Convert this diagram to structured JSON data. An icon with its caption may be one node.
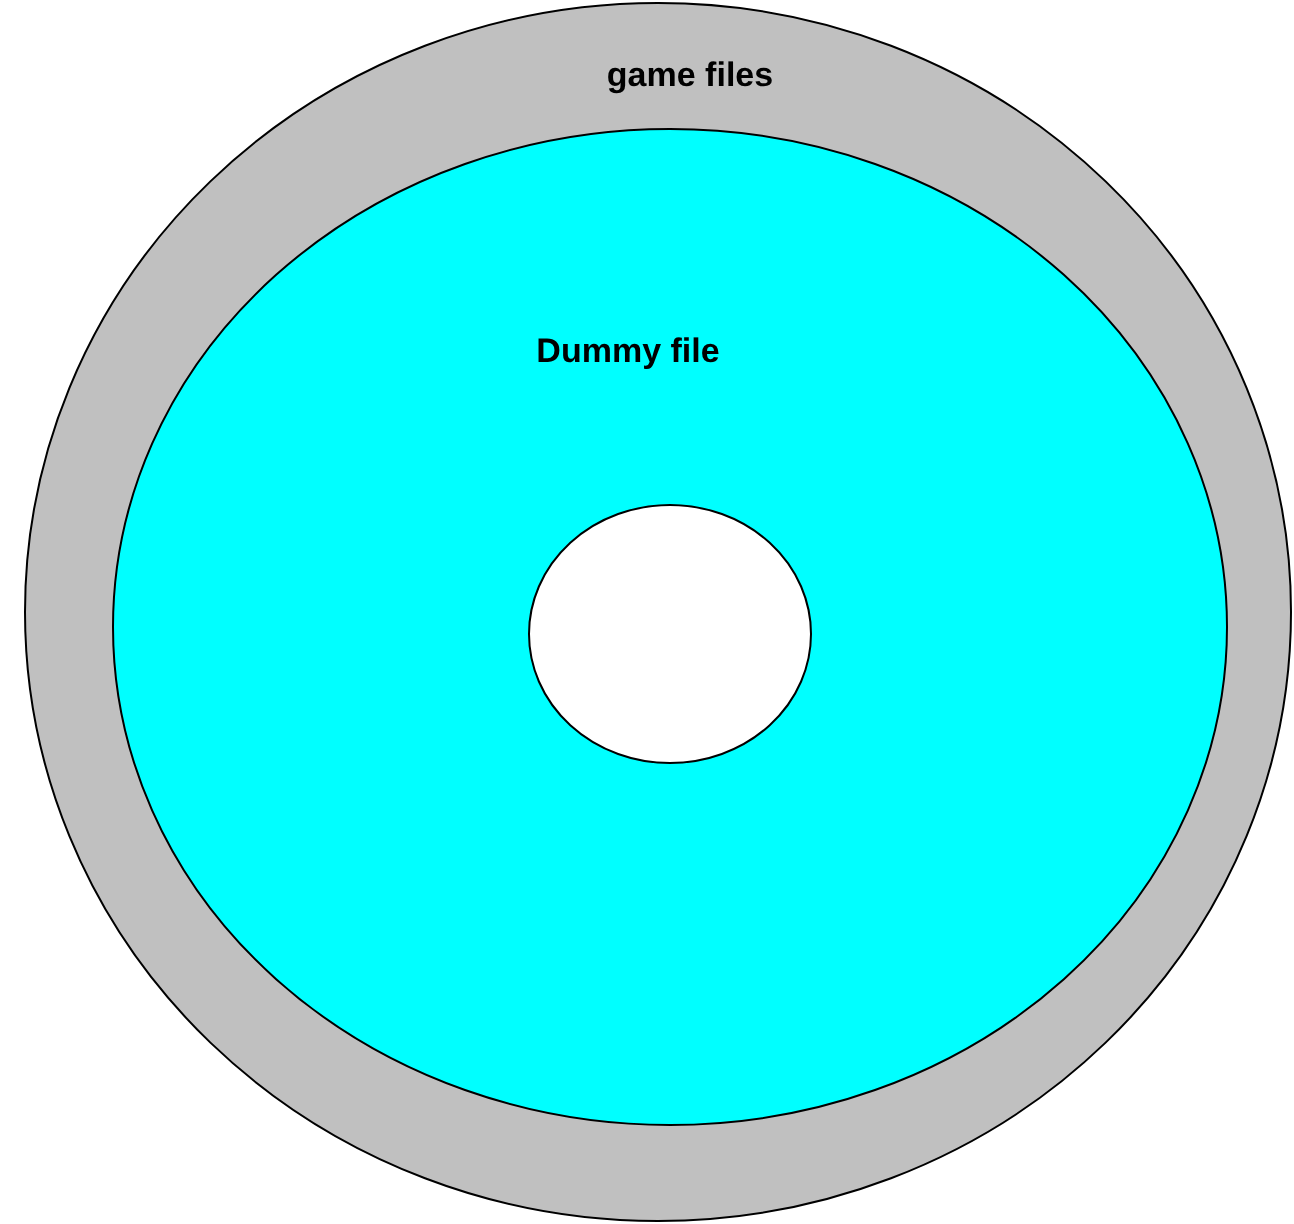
{
  "diagram": {
    "nodes": [
      {
        "text": [
          "game files"
        ]
      },
      {
        "text": [
          "Dummy file"
        ],
        "in": 0
      },
      {
        "text": [],
        "shape": "circle",
        "in": 1
      }
    ]
  }
}
